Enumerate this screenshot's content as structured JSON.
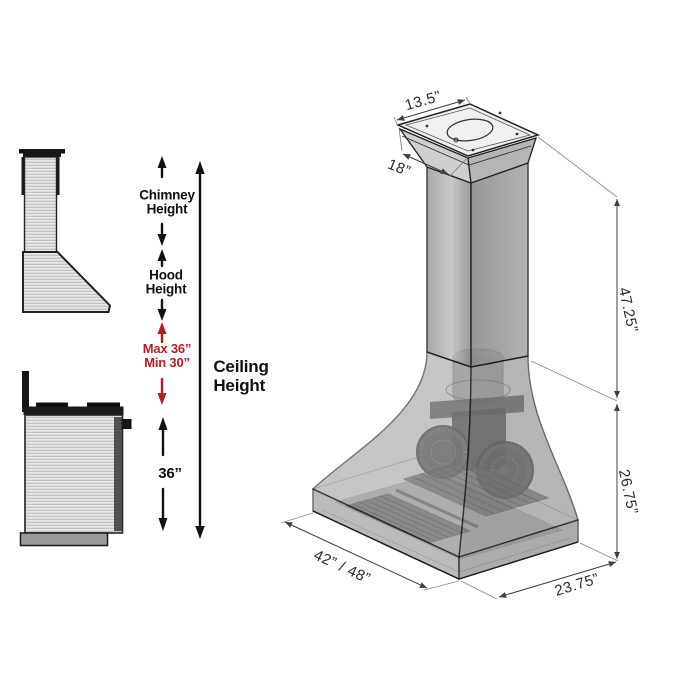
{
  "diagram": {
    "left_panel": {
      "chimney_height_label": "Chimney\nHeight",
      "hood_height_label": "Hood\nHeight",
      "mount_range_label": "Max 36”\nMin 30”",
      "ceiling_height_label": "Ceiling\nHeight",
      "range_clearance": "36”"
    },
    "hood_dimensions": {
      "chimney_top_width": "13.5”",
      "chimney_top_depth": "18”",
      "chimney_height": "47.25”",
      "hood_height": "26.75”",
      "hood_width": "42” / 48”",
      "hood_depth": "23.75”"
    },
    "colors": {
      "accent_red": "#b11f24",
      "outline": "#1e1e1e",
      "dimension_line": "#3f3f3f",
      "metal_gray": "#9a9a9a"
    }
  }
}
